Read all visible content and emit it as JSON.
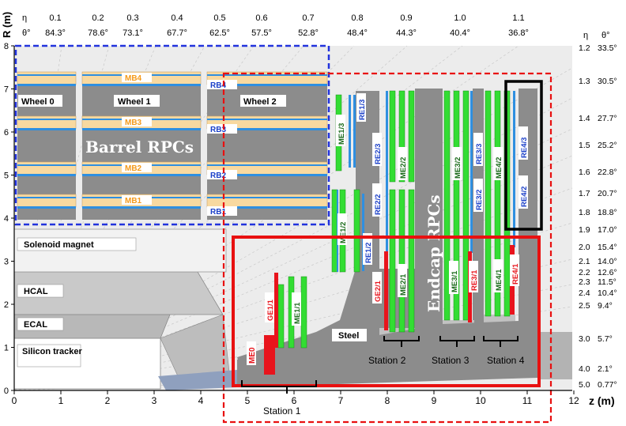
{
  "axes": {
    "y_title": "R (m)",
    "x_title": "z (m)",
    "x_ticks": [
      "0",
      "1",
      "2",
      "3",
      "4",
      "5",
      "6",
      "7",
      "8",
      "9",
      "10",
      "11",
      "12"
    ],
    "y_ticks": [
      "0",
      "1",
      "2",
      "3",
      "4",
      "5",
      "6",
      "7",
      "8"
    ],
    "top_eta_label": "η",
    "top_theta_label": "θ°",
    "right_eta_label": "η",
    "right_theta_label": "θ°"
  },
  "top_scale": [
    {
      "eta": "0.1",
      "theta": "84.3°"
    },
    {
      "eta": "0.2",
      "theta": "78.6°"
    },
    {
      "eta": "0.3",
      "theta": "73.1°"
    },
    {
      "eta": "0.4",
      "theta": "67.7°"
    },
    {
      "eta": "0.5",
      "theta": "62.5°"
    },
    {
      "eta": "0.6",
      "theta": "57.5°"
    },
    {
      "eta": "0.7",
      "theta": "52.8°"
    },
    {
      "eta": "0.8",
      "theta": "48.4°"
    },
    {
      "eta": "0.9",
      "theta": "44.3°"
    },
    {
      "eta": "1.0",
      "theta": "40.4°"
    },
    {
      "eta": "1.1",
      "theta": "36.8°"
    }
  ],
  "right_scale": [
    {
      "eta": "1.2",
      "theta": "33.5°"
    },
    {
      "eta": "1.3",
      "theta": "30.5°"
    },
    {
      "eta": "1.4",
      "theta": "27.7°"
    },
    {
      "eta": "1.5",
      "theta": "25.2°"
    },
    {
      "eta": "1.6",
      "theta": "22.8°"
    },
    {
      "eta": "1.7",
      "theta": "20.7°"
    },
    {
      "eta": "1.8",
      "theta": "18.8°"
    },
    {
      "eta": "1.9",
      "theta": "17.0°"
    },
    {
      "eta": "2.0",
      "theta": "15.4°"
    },
    {
      "eta": "2.1",
      "theta": "14.0°"
    },
    {
      "eta": "2.2",
      "theta": "12.6°"
    },
    {
      "eta": "2.3",
      "theta": "11.5°"
    },
    {
      "eta": "2.4",
      "theta": "10.4°"
    },
    {
      "eta": "2.5",
      "theta": "9.4°"
    },
    {
      "eta": "3.0",
      "theta": "5.7°"
    },
    {
      "eta": "4.0",
      "theta": "2.1°"
    },
    {
      "eta": "5.0",
      "theta": "0.77°"
    }
  ],
  "barrel": {
    "title": "Barrel RPCs",
    "wheels": [
      "Wheel 0",
      "Wheel 1",
      "Wheel 2"
    ],
    "mb": [
      "MB4",
      "MB3",
      "MB2",
      "MB1"
    ],
    "rb": [
      "RB4",
      "RB3",
      "RB2",
      "RB1"
    ]
  },
  "subsystems": {
    "solenoid": "Solenoid magnet",
    "hcal": "HCAL",
    "ecal": "ECAL",
    "tracker": "Silicon tracker",
    "steel": "Steel"
  },
  "endcap": {
    "title": "Endcap RPCs",
    "re_labels": [
      "RE1/3",
      "RE1/2",
      "RE2/3",
      "RE2/2",
      "RE3/3",
      "RE3/2",
      "RE4/3",
      "RE4/2"
    ],
    "me_labels": [
      "ME1/3",
      "ME1/2",
      "ME1/1",
      "ME2/2",
      "ME2/1",
      "ME3/2",
      "ME3/1",
      "ME4/2",
      "ME4/1"
    ],
    "red_labels": [
      "ME0",
      "GE1/1",
      "GE2/1",
      "RE3/1",
      "RE4/1"
    ]
  },
  "stations": [
    "Station 1",
    "Station 2",
    "Station 3",
    "Station 4"
  ],
  "colors": {
    "chamber_green": "#33dd33",
    "iron_gray": "#8c8c8c",
    "barrel_tan": "#f8d9a0",
    "rpc_blue": "#2f8fe0",
    "label_blue": "#1a3fc8",
    "label_orange": "#f59a1a",
    "new_red": "#e8141c",
    "frame_blue": "#2233dd",
    "frame_red": "#e81010"
  }
}
